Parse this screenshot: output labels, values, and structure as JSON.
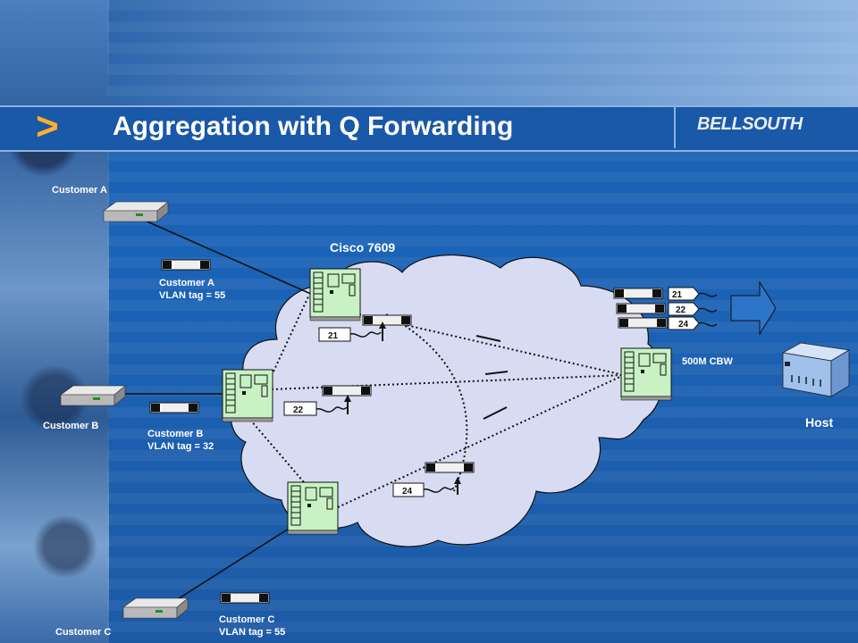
{
  "title": "Aggregation with Q Forwarding",
  "logo": "BELLSOUTH",
  "router_label": "Cisco 7609",
  "bandwidth_label": "500M CBW",
  "host_label": "Host",
  "customers": [
    {
      "name": "Customer A",
      "vlan_name": "Customer A",
      "vlan_tag": "VLAN tag = 55"
    },
    {
      "name": "Customer B",
      "vlan_name": "Customer B",
      "vlan_tag": "VLAN tag = 32"
    },
    {
      "name": "Customer C",
      "vlan_name": "Customer C",
      "vlan_tag": "VLAN tag = 55"
    }
  ],
  "tags": [
    "21",
    "22",
    "24"
  ],
  "output_tags": [
    "21",
    "22",
    "24"
  ],
  "colors": {
    "background": "#1b63b6",
    "cloud": "#d8dcf2",
    "switch": "#c8f2c4",
    "accent": "#ffb12b"
  }
}
